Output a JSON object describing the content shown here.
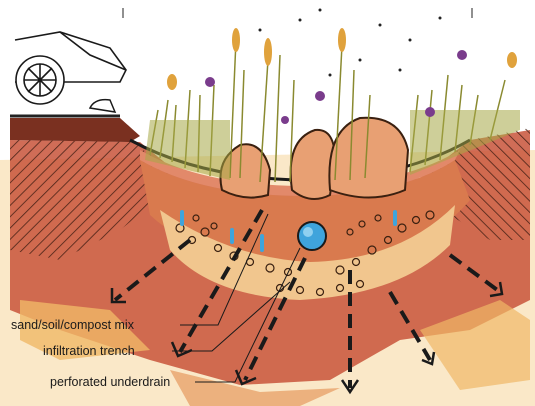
{
  "labels": {
    "mix": "sand/soil/compost mix",
    "trench": "infiltration trench",
    "underdrain": "perforated underdrain"
  },
  "colors": {
    "soil_dark": "#c8543a",
    "soil_mid": "#d97a4e",
    "soil_light": "#f0b866",
    "ponding": "#e2896a",
    "rock": "#e8a073",
    "pipe": "#3fa4dc",
    "grass": "#a5a846",
    "flower": "#7a3c8c",
    "seed": "#e0a23c",
    "road": "#222222"
  }
}
